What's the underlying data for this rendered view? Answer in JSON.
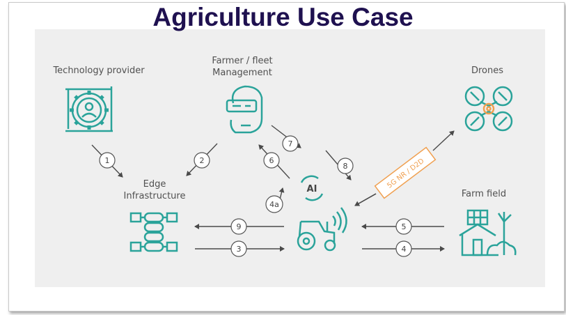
{
  "title": "Agriculture Use Case",
  "colors": {
    "title": "#1f1150",
    "teal": "#2aa39a",
    "orange": "#f0a050",
    "arrow": "#4a4a4a",
    "panel": "#efefef"
  },
  "nodes": {
    "technology_provider": "Technology provider",
    "farmer_line1": "Farmer / fleet",
    "farmer_line2": "Management",
    "drones": "Drones",
    "edge_line1": "Edge",
    "edge_line2": "Infrastructure",
    "farm_field": "Farm field"
  },
  "ai_label": "AI",
  "link_label": "5G NR / D2D",
  "steps": [
    "1",
    "2",
    "3",
    "4",
    "4a",
    "5",
    "6",
    "7",
    "8",
    "9"
  ],
  "icons": [
    "gear-person-icon",
    "vr-headset-person-icon",
    "drone-icon",
    "server-stack-icon",
    "tractor-icon",
    "farmhouse-icon"
  ]
}
